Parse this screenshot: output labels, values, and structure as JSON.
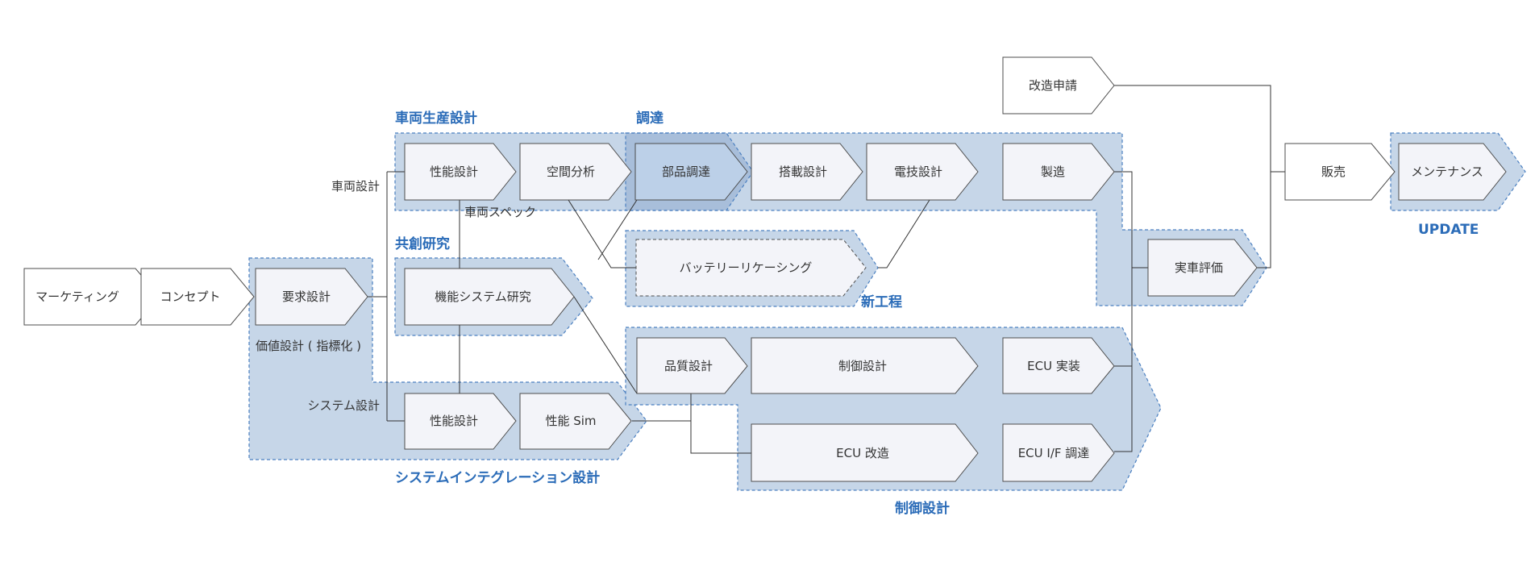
{
  "colors": {
    "region_fill": "#c6d6e8",
    "region_stroke": "#4a7fc0",
    "title": "#2b6cb8",
    "node_fill": "#f3f4f9",
    "node_fill_dark": "#9db6d6",
    "node_stroke": "#4d4d4d"
  },
  "groups": {
    "vehicle_production": "車両生産設計",
    "procurement": "調達",
    "co_creation": "共創研究",
    "new_process": "新工程",
    "system_integration": "システムインテグレーション設計",
    "control_design": "制御設計",
    "update": "UPDATE"
  },
  "nodes": {
    "marketing": "マーケティング",
    "concept": "コンセプト",
    "requirements": "要求設計",
    "perf_design_vehicle": "性能設計",
    "space_analysis": "空間分析",
    "parts_procurement": "部品調達",
    "mounting_design": "搭載設計",
    "electrical_design": "電技設計",
    "manufacturing": "製造",
    "modification_request": "改造申請",
    "sales": "販売",
    "maintenance": "メンテナンス",
    "function_system_research": "機能システム研究",
    "battery_recasing": "バッテリーリケーシング",
    "actual_vehicle_evaluation": "実車評価",
    "quality_design": "品質設計",
    "control_design_node": "制御設計",
    "ecu_implementation": "ECU 実装",
    "ecu_modification": "ECU 改造",
    "ecu_if_procurement": "ECU I/F 調達",
    "perf_design_system": "性能設計",
    "perf_sim": "性能 Sim"
  },
  "labels": {
    "vehicle_design": "車両設計",
    "vehicle_spec": "車両スペック",
    "value_design": "価値設計 ( 指標化 )",
    "system_design": "システム設計"
  }
}
